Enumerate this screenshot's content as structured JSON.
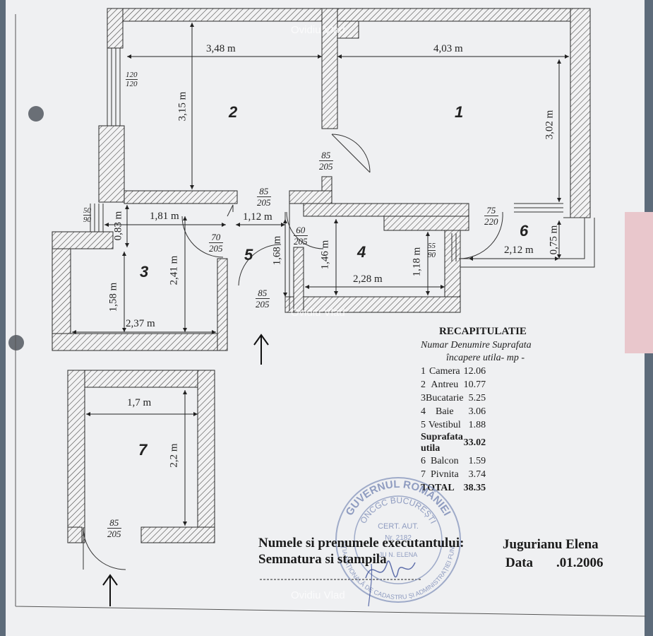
{
  "watermark": "Ovidiu Vlad",
  "rooms": {
    "r1": "1",
    "r2": "2",
    "r3": "3",
    "r4": "4",
    "r5": "5",
    "r6": "6",
    "r7": "7"
  },
  "dimensions": {
    "d_348": "3,48 m",
    "d_403": "4,03 m",
    "d_315": "3,15 m",
    "d_302": "3,02 m",
    "d_181": "1,81 m",
    "d_112": "1,12 m",
    "d_083": "0,83 m",
    "d_241": "2,41 m",
    "d_158": "1,58 m",
    "d_237": "2,37 m",
    "d_168": "1,68 m",
    "d_146": "1,46 m",
    "d_228": "2,28 m",
    "d_118": "1,18 m",
    "d_212": "2,12 m",
    "d_075": "0,75 m",
    "d_17": "1,7 m",
    "d_22": "2,2 m"
  },
  "openings": [
    {
      "top": "120",
      "bottom": "120"
    },
    {
      "top": "85",
      "bottom": "205"
    },
    {
      "top": "85",
      "bottom": "205"
    },
    {
      "top": "50",
      "bottom": "90"
    },
    {
      "top": "70",
      "bottom": "205"
    },
    {
      "top": "60",
      "bottom": "205"
    },
    {
      "top": "75",
      "bottom": "220"
    },
    {
      "top": "55",
      "bottom": "90"
    },
    {
      "top": "85",
      "bottom": "205"
    },
    {
      "top": "85",
      "bottom": "205"
    }
  ],
  "recap": {
    "title": "RECAPITULATIE",
    "header_line1": "Numar Denumire  Suprafata",
    "header_line2": "încapere      utila- mp  -",
    "rows": [
      {
        "nr": "1",
        "name": "Camera",
        "area": "12.06"
      },
      {
        "nr": "2",
        "name": "Antreu",
        "area": "10.77"
      },
      {
        "nr": "3",
        "name": "Bucatarie",
        "area": "5.25"
      },
      {
        "nr": "4",
        "name": "Baie",
        "area": "3.06"
      },
      {
        "nr": "5",
        "name": "Vestibul",
        "area": "1.88"
      }
    ],
    "subtotal_label": "Suprafata utila",
    "subtotal_value": "33.02",
    "rows2": [
      {
        "nr": "6",
        "name": "Balcon",
        "area": "1.59"
      },
      {
        "nr": "7",
        "name": "Pivnita",
        "area": "3.74"
      }
    ],
    "total_label": "TOTAL",
    "total_value": "38.35"
  },
  "footer": {
    "name_label": "Numele si prenumele executantului:",
    "name_value": "Jugurianu Elena",
    "sign_label": "Semnatura si stampila",
    "date_label": "Data",
    "date_value": ".01.2006"
  },
  "stamp": {
    "outer_text": "GUVERNUL ROMÂNIEI",
    "inner_text": "ONCGC BUCUREȘTI",
    "center1": "CERT. AUT.",
    "center2": "Nr. 2182",
    "center3": "JU N. ELENA",
    "bottom_text": "AGENȚIA NAȚIONALĂ DE CADASTRU ȘI ADMINISTRAȚIEI FUNCIARE"
  }
}
